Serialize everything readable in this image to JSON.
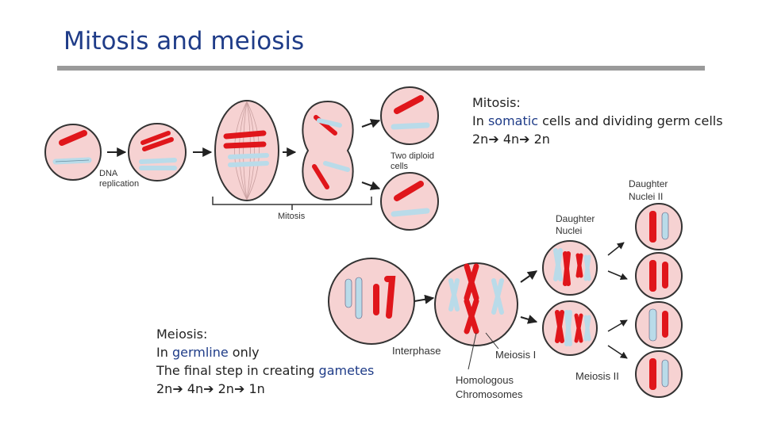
{
  "slide": {
    "title": "Mitosis and meiosis"
  },
  "mitosis_text": {
    "heading": "Mitosis:",
    "line2_pre": "In ",
    "line2_highlight": "somatic",
    "line2_post": " cells and dividing germ cells",
    "line3": "2n➔ 4n➔ 2n"
  },
  "meiosis_text": {
    "heading": "Meiosis:",
    "line2_pre": "In ",
    "line2_highlight": "germline",
    "line2_post": " only",
    "line3_pre": "The final step in creating ",
    "line3_highlight": "gametes",
    "line4": "2n➔ 4n➔ 2n➔ 1n"
  },
  "mitosis_diagram": {
    "dna_replication_line1": "DNA",
    "dna_replication_line2": "replication",
    "mitosis": "Mitosis",
    "two_diploid_line1": "Two diploid",
    "two_diploid_line2": "cells"
  },
  "meiosis_diagram": {
    "interphase": "Interphase",
    "meiosis_i": "Meiosis I",
    "homologous_line1": "Homologous",
    "homologous_line2": "Chromosomes",
    "daughter_nuclei_line1": "Daughter",
    "daughter_nuclei_line2": "Nuclei",
    "daughter_nuclei_ii_line1": "Daughter",
    "daughter_nuclei_ii_line2": "Nuclei II",
    "meiosis_ii": "Meiosis II"
  },
  "colors": {
    "title": "#1f3c88",
    "cell_fill": "#f6d2d2",
    "cell_stroke": "#333333",
    "chromosome_red": "#e0161b",
    "chromosome_blue": "#b9dbe9"
  }
}
